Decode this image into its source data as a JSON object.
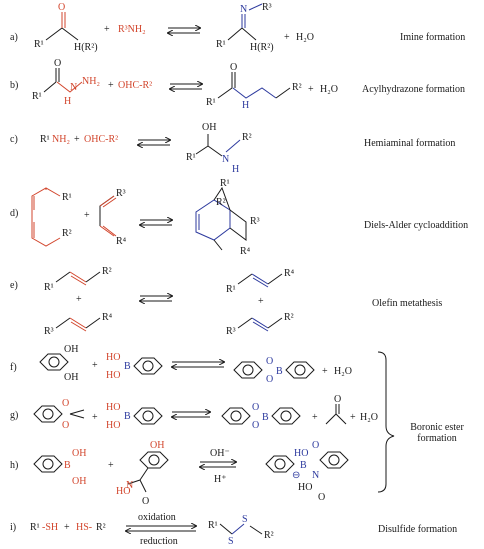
{
  "reactions": [
    {
      "id": "a",
      "label": "a)",
      "name": "Imine formation"
    },
    {
      "id": "b",
      "label": "b)",
      "name": "Acylhydrazone formation"
    },
    {
      "id": "c",
      "label": "c)",
      "name": "Hemiaminal formation"
    },
    {
      "id": "d",
      "label": "d)",
      "name": "Diels-Alder cycloaddition"
    },
    {
      "id": "e",
      "label": "e)",
      "name": "Olefin metathesis"
    },
    {
      "id": "f",
      "label": "f)",
      "name": ""
    },
    {
      "id": "g",
      "label": "g)",
      "name": ""
    },
    {
      "id": "h",
      "label": "h)",
      "name": ""
    },
    {
      "id": "i",
      "label": "i)",
      "name": "Disulfide formation"
    }
  ],
  "boronic_group_label": "Boronic ester\nformation",
  "text": {
    "plus": "+",
    "h2o": "H₂O",
    "a_r1": "R¹",
    "a_h_r2": "H(R²)",
    "a_r3nh2": "R³NH₂",
    "a_prod_r3": "R³",
    "a_prod_r1": "R¹",
    "a_prod_h_r2": "H(R²)",
    "b_r1": "R¹",
    "b_nh2": "NH₂",
    "b_h": "H",
    "b_ohc": "OHC-R²",
    "b_prod_r1": "R¹",
    "b_prod_r2": "R²",
    "c_r1nh2": "R¹NH₂",
    "c_ohc": "OHC-R²",
    "c_oh": "OH",
    "c_r1": "R¹",
    "c_r2": "R²",
    "c_h": "H",
    "d_r1": "R¹",
    "d_r2": "R²",
    "d_r3": "R³",
    "d_r4": "R⁴",
    "d_p_r1": "R¹",
    "d_p_r2": "R²",
    "d_p_r3": "R³",
    "d_p_r4": "R⁴",
    "e_r1": "R¹",
    "e_r2": "R²",
    "e_r3": "R³",
    "e_r4": "R⁴",
    "f_ho": "HO",
    "f_b": "B",
    "f_o": "O",
    "h_oh_minus": "OH⁻",
    "h_h_plus": "H⁺",
    "h_ho": "HO",
    "h_n": "N",
    "h_b": "B",
    "i_r1sh": "R¹-SH",
    "i_hsr2": "HS-R²",
    "i_oxidation": "oxidation",
    "i_reduction": "reduction",
    "i_r1": "R¹",
    "i_r2": "R²",
    "i_s": "S"
  }
}
